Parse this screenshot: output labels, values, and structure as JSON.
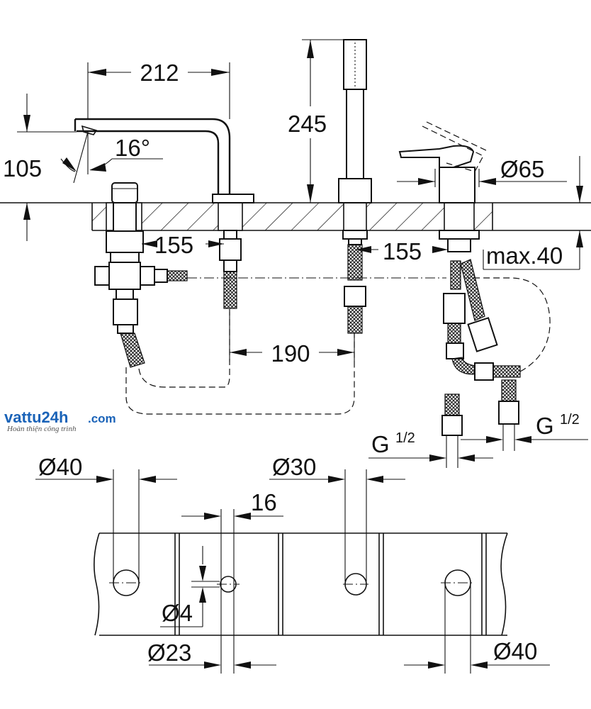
{
  "dimensions": {
    "spout_reach": "212",
    "spout_height": "105",
    "spout_angle": "16°",
    "hand_shower_height": "245",
    "lever_diameter": "Ø65",
    "spacing_left": "155",
    "spacing_right": "155",
    "deck_thickness": "max.40",
    "hose_spacing": "190",
    "connection_left_main": "G",
    "connection_left_frac": "1/2",
    "connection_right_main": "G",
    "connection_right_frac": "1/2",
    "hole_dia_left": "Ø40",
    "hole_dia_center": "Ø30",
    "pin_spacing": "16",
    "pin_dia": "Ø4",
    "hole_dia_small": "Ø23",
    "hole_dia_right": "Ø40"
  },
  "watermark": {
    "brand_main": "vattu24h",
    "brand_dot": ".com",
    "tagline": "Hoàn thiện công trình"
  },
  "colors": {
    "line": "#111111",
    "logo_blue": "#1a63b8",
    "logo_red": "#d9322b"
  }
}
